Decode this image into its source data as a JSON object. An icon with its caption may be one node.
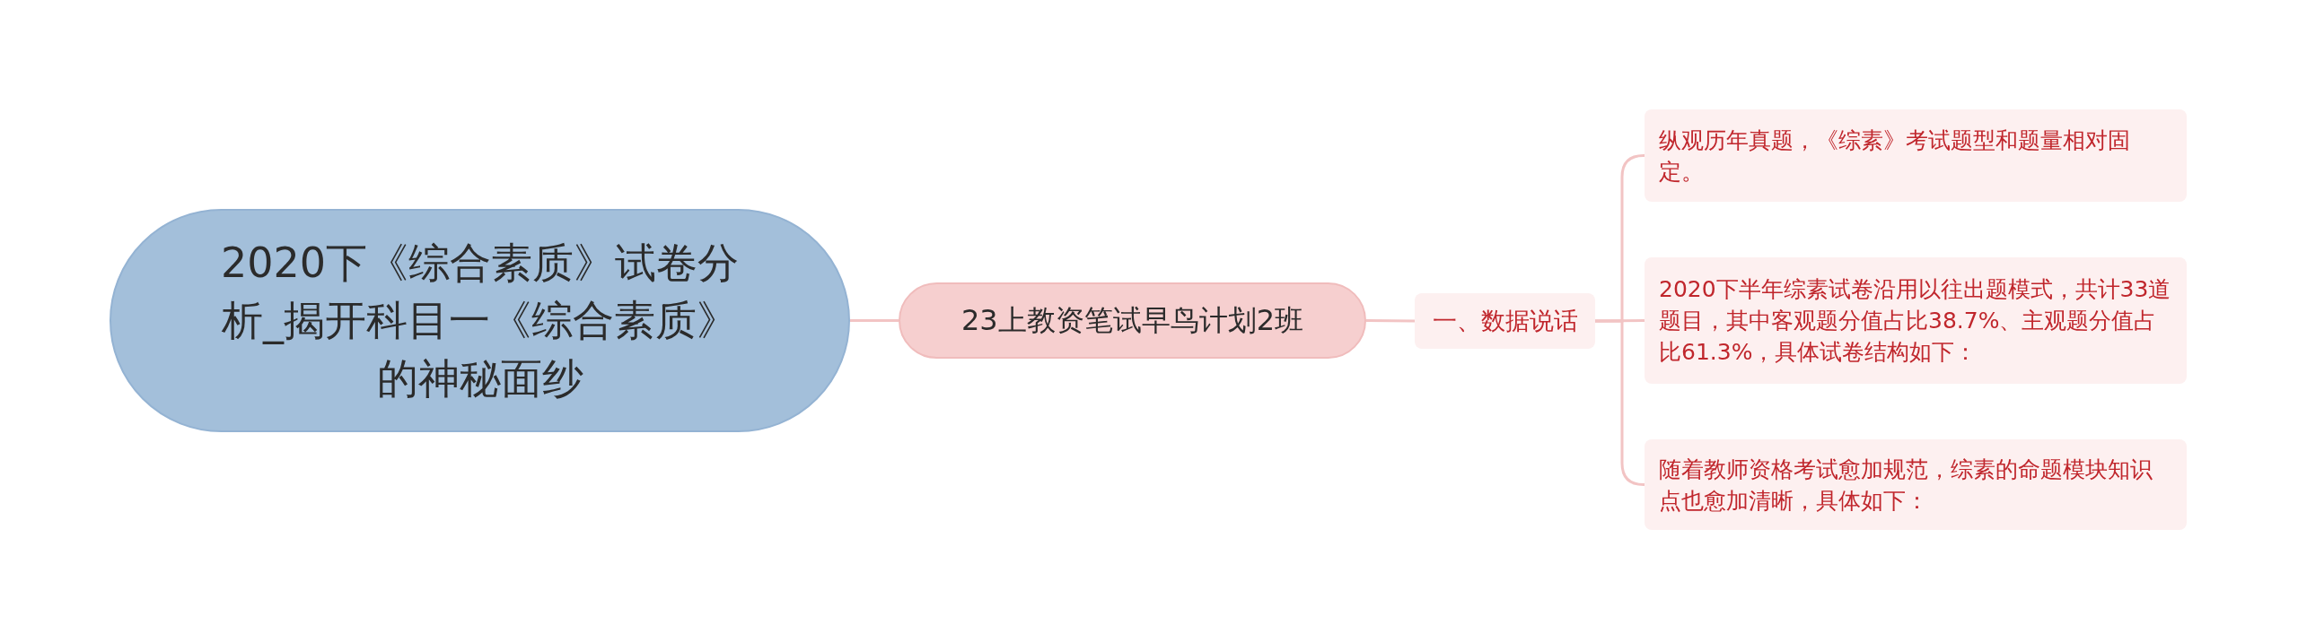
{
  "diagram": {
    "nodes": [
      {
        "text": [
          "2020下《综合素质》试卷分析_揭开科目一《综合素质》的神秘面纱"
        ]
      },
      {
        "text": [
          "23上教资笔试早鸟计划2班"
        ]
      },
      {
        "text": [
          "一、数据说话"
        ]
      },
      {
        "text": [
          "纵观历年真题，《综素》考试题型和题量相对固定。"
        ]
      },
      {
        "text": [
          "2020下半年综素试卷沿用以往出题模式，共计33道题目，其中客观题分值占比38.7%、主观题分值占比61.3%，具体试卷结构如下："
        ]
      },
      {
        "text": [
          "随着教师资格考试愈加规范，综素的命题模块知识点也愈加清晰，具体如下："
        ]
      }
    ],
    "edges": [
      {
        "from": 0,
        "to": 1,
        "arrow": "none"
      },
      {
        "from": 1,
        "to": 2,
        "arrow": "none"
      },
      {
        "from": 2,
        "to": 3,
        "arrow": "none"
      },
      {
        "from": 2,
        "to": 4,
        "arrow": "none"
      },
      {
        "from": 2,
        "to": 5,
        "arrow": "none"
      }
    ]
  }
}
